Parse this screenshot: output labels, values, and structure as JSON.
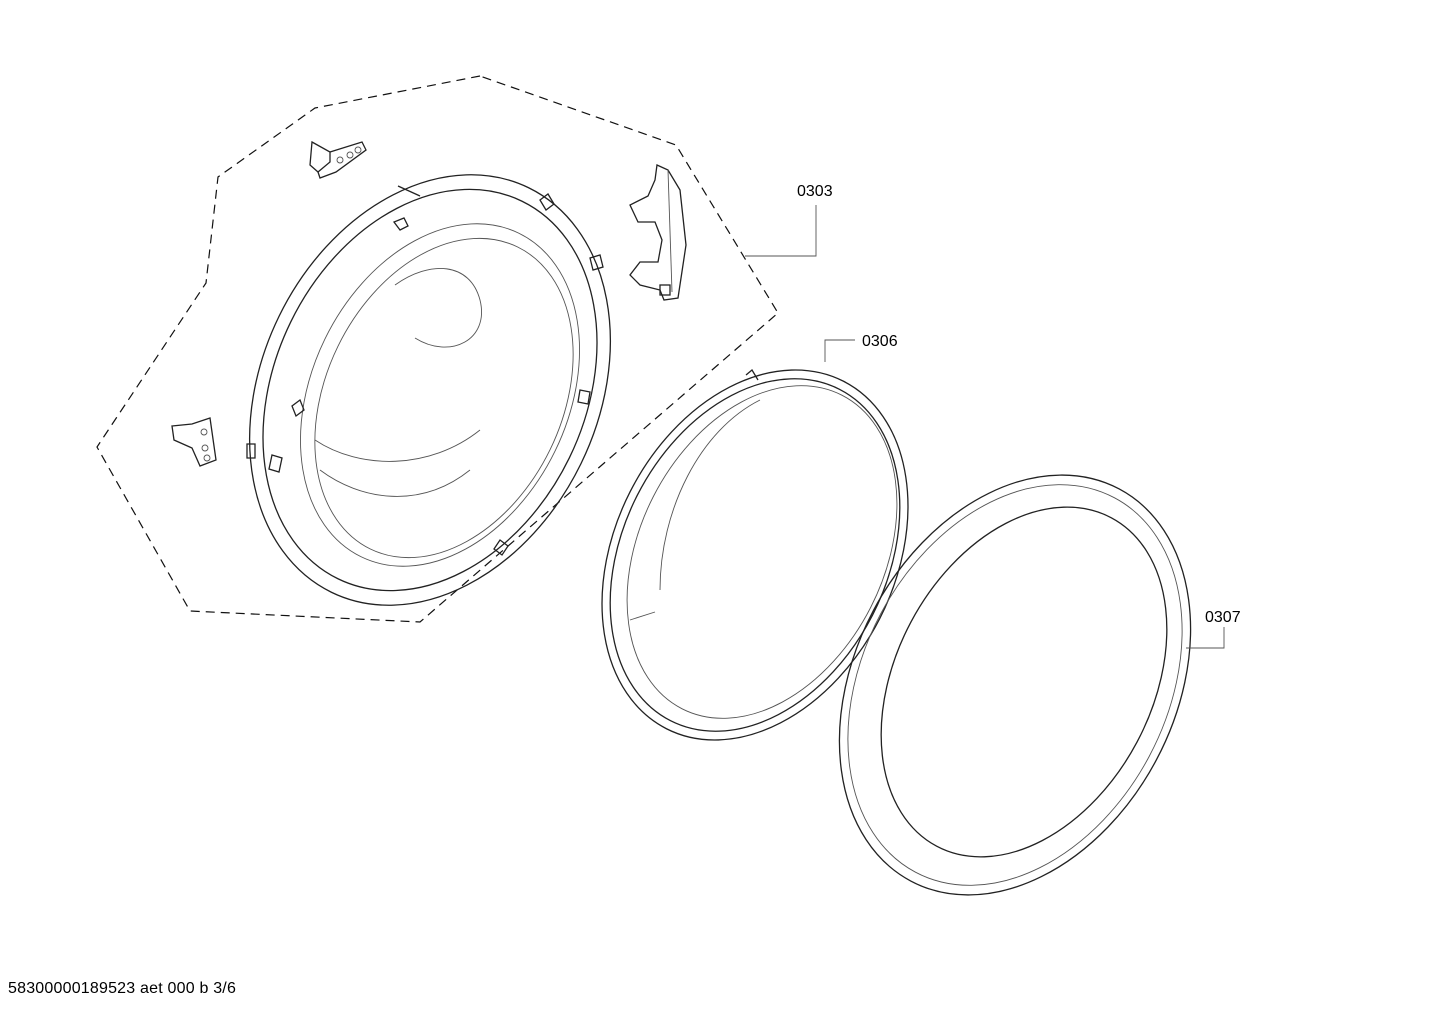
{
  "diagram": {
    "callouts": [
      {
        "id": "0303"
      },
      {
        "id": "0306"
      },
      {
        "id": "0307"
      }
    ],
    "footer": "58300000189523 aet 000 b 3/6"
  }
}
